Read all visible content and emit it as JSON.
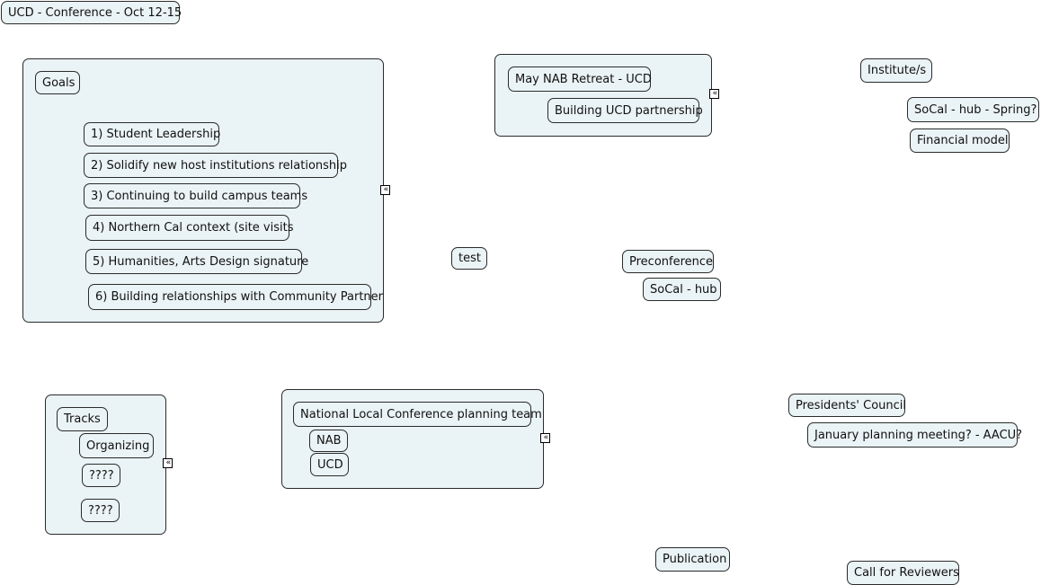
{
  "title": "UCD - Conference - Oct 12-15",
  "goals": {
    "label": "Goals",
    "items": [
      "1) Student Leadership",
      "2) Solidify new host institutions relationship",
      "3) Continuing to build campus teams",
      "4) Northern Cal context (site visits",
      "5) Humanities, Arts Design signature",
      "6) Building relationships with Community Partner"
    ]
  },
  "retreat": {
    "label": "May NAB Retreat - UCD",
    "items": [
      "Building UCD partnership"
    ]
  },
  "tracks": {
    "label": "Tracks",
    "items": [
      "Organizing",
      "????",
      "????"
    ]
  },
  "planning_team": {
    "label": "National Local Conference planning team",
    "items": [
      "NAB",
      "UCD"
    ]
  },
  "standalone": {
    "institutes": "Institute/s",
    "socal_spring": "SoCal - hub - Spring?",
    "financial_model": "Financial model",
    "test": "test",
    "preconference": "Preconference",
    "socal_hub": "SoCal - hub",
    "presidents_council": "Presidents' Council",
    "january_meeting": "January planning meeting? - AACU?",
    "publication": "Publication",
    "call_for_reviewers": "Call for Reviewers"
  },
  "icons": {
    "collapse": "collapse-chevron-icon"
  },
  "colors": {
    "node_fill": "#eaf3f5",
    "border": "#2b2b2b",
    "background": "#ffffff"
  }
}
